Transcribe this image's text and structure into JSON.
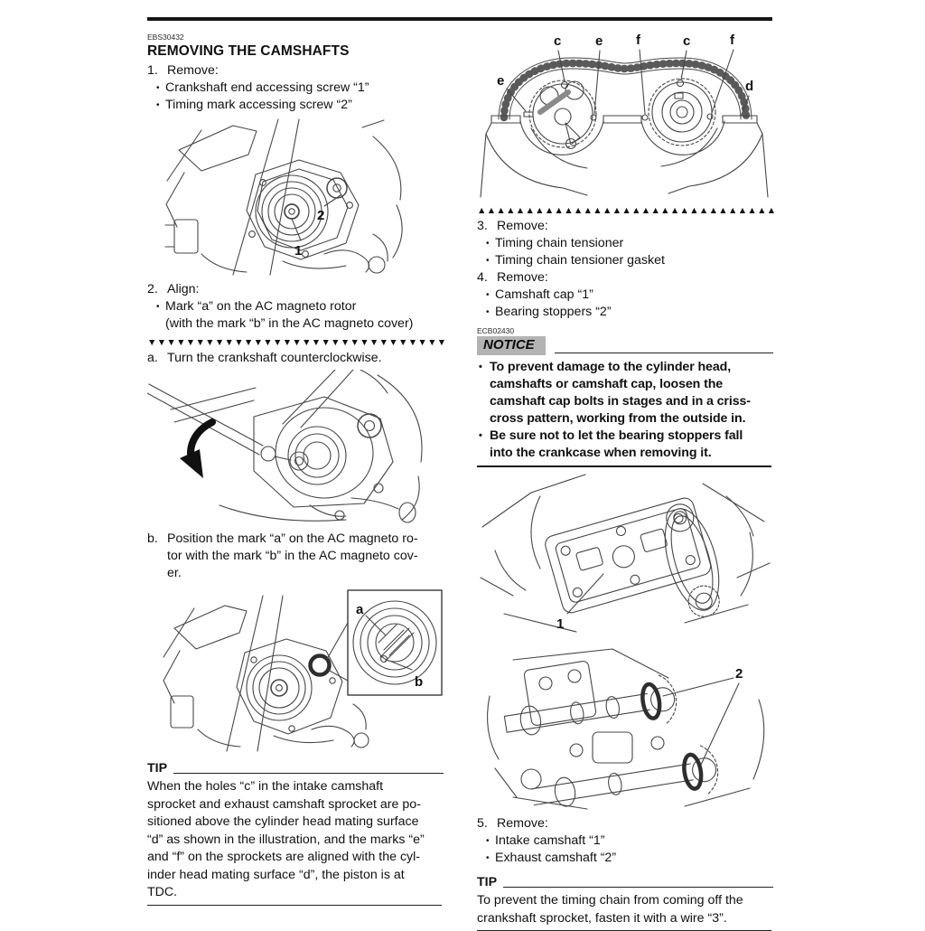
{
  "doc": {
    "bullet_char": "•"
  },
  "left": {
    "section_code": "EBS30432",
    "title": "REMOVING THE CAMSHAFTS",
    "step1": {
      "num": "1.",
      "label": "Remove:",
      "bullets": [
        "Crankshaft end accessing screw “1”",
        "Timing mark accessing screw “2”"
      ]
    },
    "fig_engine1": {
      "label_screw1": "1",
      "label_screw2": "2"
    },
    "step2": {
      "num": "2.",
      "label": "Align:",
      "bullet": "Mark “a” on the AC magneto rotor",
      "bullet_cont": "(with the mark “b” in the AC magneto cover)"
    },
    "separator_down": "▼▼▼▼▼▼▼▼▼▼▼▼▼▼▼▼▼▼▼▼▼▼▼▼▼▼▼▼▼▼▼▼▼▼",
    "substep_a": {
      "num": "a.",
      "text": "Turn the crankshaft counterclockwise."
    },
    "substep_b": {
      "num": "b.",
      "lines": [
        "Position the mark “a” on the AC magneto ro-",
        "tor with the mark “b” in the AC magneto cov-",
        "er."
      ]
    },
    "fig_engine2": {
      "label_a": "a",
      "label_b": "b"
    },
    "tip": {
      "heading": "TIP",
      "lines": [
        "When the holes “c” in the intake camshaft",
        "sprocket and exhaust camshaft sprocket are po-",
        "sitioned above the cylinder head mating surface",
        "“d” as shown in the illustration, and the marks “e”",
        "and “f” on the sprockets are aligned with the cyl-",
        "inder head mating surface “d”, the piston is at",
        "TDC."
      ]
    }
  },
  "right": {
    "fig_chain": {
      "labels_top": [
        "c",
        "e",
        "f",
        "c",
        "f"
      ],
      "label_left": "e",
      "label_right": "d"
    },
    "separator_up": "▲▲▲▲▲▲▲▲▲▲▲▲▲▲▲▲▲▲▲▲▲▲▲▲▲▲▲▲▲▲▲▲▲▲",
    "step3": {
      "num": "3.",
      "label": "Remove:",
      "bullets": [
        "Timing chain tensioner",
        "Timing chain tensioner gasket"
      ]
    },
    "step4": {
      "num": "4.",
      "label": "Remove:",
      "bullets": [
        "Camshaft cap “1”",
        "Bearing stoppers “2”"
      ]
    },
    "notice_code": "ECB02430",
    "notice": {
      "badge": "NOTICE",
      "bullet1_lines": [
        "To prevent damage to the cylinder head,",
        "camshafts or camshaft cap, loosen the",
        "camshaft cap bolts in stages and in a criss-",
        "cross pattern, working from the outside in."
      ],
      "bullet2_lines": [
        "Be sure not to let the bearing stoppers fall",
        "into the crankcase when removing it."
      ]
    },
    "fig_cap": {
      "label": "1"
    },
    "fig_cams": {
      "label": "2"
    },
    "step5": {
      "num": "5.",
      "label": "Remove:",
      "bullets": [
        "Intake camshaft “1”",
        "Exhaust camshaft “2”"
      ]
    },
    "tip": {
      "heading": "TIP",
      "lines": [
        "To prevent the timing chain from coming off the",
        "crankshaft sprocket, fasten it with a wire “3”."
      ]
    }
  }
}
